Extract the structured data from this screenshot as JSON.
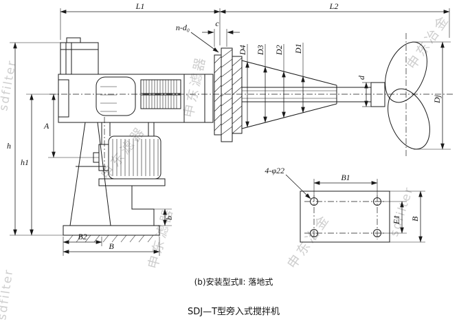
{
  "captions": {
    "subtitle": "(b)安装型式Ⅱ: 落地式",
    "title": "SDJ—T型旁入式搅拌机"
  },
  "watermarks": {
    "latin": "sdfilter",
    "cn_filter": "申东滤器",
    "cn_metallurgy": "申东冶金"
  },
  "dims": {
    "L1": "L1",
    "L2": "L2",
    "c": "c",
    "bolt_callout": "n-d₀",
    "D4": "D4",
    "D3": "D3",
    "D2": "D2",
    "D1": "D1",
    "d": "d",
    "Dj": "Dj",
    "h": "h",
    "h1": "h1",
    "A": "A",
    "b": "b",
    "B2": "B2",
    "B": "B",
    "plate_holes": "4-φ22",
    "plate_B1": "B1",
    "plate_E1": "E1",
    "plate_B": "B"
  }
}
